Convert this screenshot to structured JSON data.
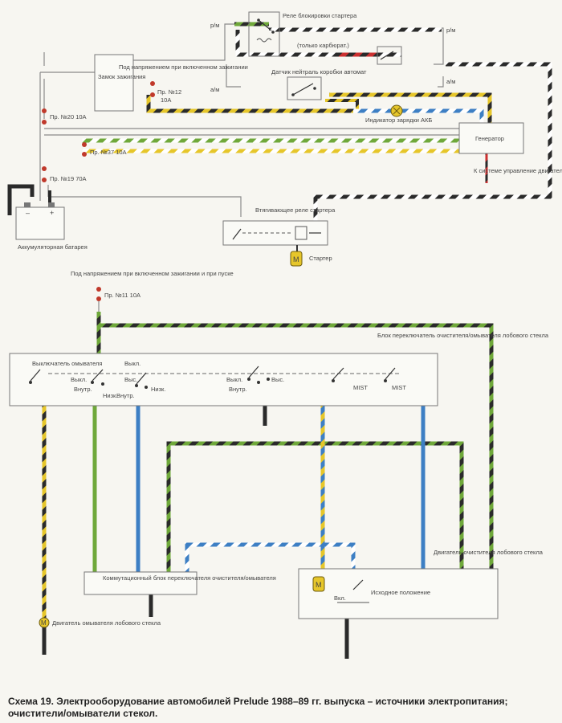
{
  "labels": {
    "relay_block": "Реле блокировки стартера",
    "only_carb": "(только карбюрат.)",
    "neutral_sensor": "Датчик нейтраль коробки автомат",
    "ignition_switch": "Замок зажигания",
    "under_voltage_ign": "Под напряжением при включенном зажигании",
    "fuse12": "Пр. №12",
    "fuse12_rating": "10A",
    "fuse20": "Пр. №20 10A",
    "fuse37": "Пр. №37 10A",
    "fuse19": "Пр. №19 70A",
    "charge_indicator": "Индикатор зарядки АКБ",
    "generator": "Генератор",
    "engine_control": "К системе управление двигателем",
    "battery": "Аккумуляторная батарея",
    "battery_minus": "–",
    "battery_plus": "+",
    "solenoid": "Втягивающее реле стартера",
    "starter": "Стартер",
    "under_voltage_start": "Под напряжением при включенном зажигании и при пуске",
    "fuse11": "Пр. №11 10A",
    "wiper_switch_block": "Блок переключатель очистителя/омывателя лобового стекла",
    "washer_switch": "Выключатель омывателя",
    "pos_off": "Выкл.",
    "pos_int": "Внутр.",
    "pos_low": "Низк.",
    "pos_high": "Выс.",
    "mist": "MIST",
    "relay_unit": "Коммутационный блок переключателя очистителя/омывателя",
    "wiper_motor": "Двигатель очистителя лобового стекла",
    "on": "Вкл.",
    "home_position": "Исходное положение",
    "washer_motor": "Двигатель омывателя лобового стекла",
    "motor_m": "M",
    "wire_rm": "р/м",
    "wire_am": "а/м"
  },
  "caption": "Схема 19. Электрооборудование автомобилей Prelude 1988–89 гг. выпуска – источники электропитания; очистители/омыватели стекол.",
  "colors": {
    "black": "#2a2a2a",
    "yellow": "#e6c62a",
    "green": "#6fa83a",
    "blue": "#3d7fc4",
    "red": "#cc3030",
    "white": "#ffffff",
    "fuse": "#c0392b",
    "thin": "#8a8a8a"
  }
}
